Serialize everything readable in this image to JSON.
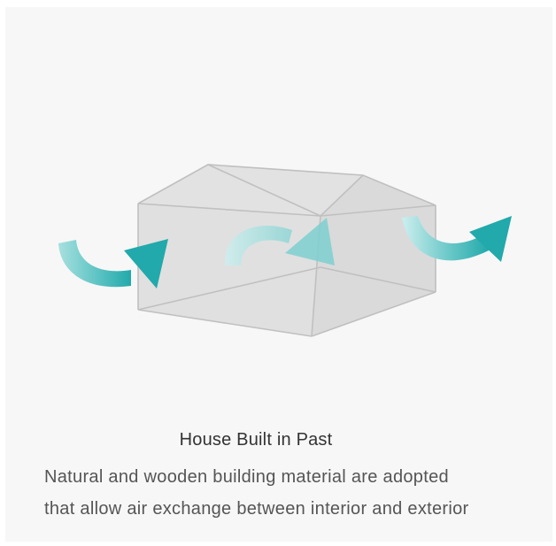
{
  "title": "House Built in Past",
  "caption": {
    "line1": "Natural and wooden building material are adopted",
    "line2": "that allow air exchange between interior and exterior"
  },
  "colors": {
    "background": "#f7f7f7",
    "house_fill": "#d6d6d6",
    "house_edge": "#c2c2c2",
    "arrow_teal": "#2aaeb0",
    "arrow_light": "#9fdcdc"
  },
  "icons": [
    "house-outline",
    "air-flow-arrow-in",
    "air-flow-arrow-inside",
    "air-flow-arrow-out"
  ]
}
